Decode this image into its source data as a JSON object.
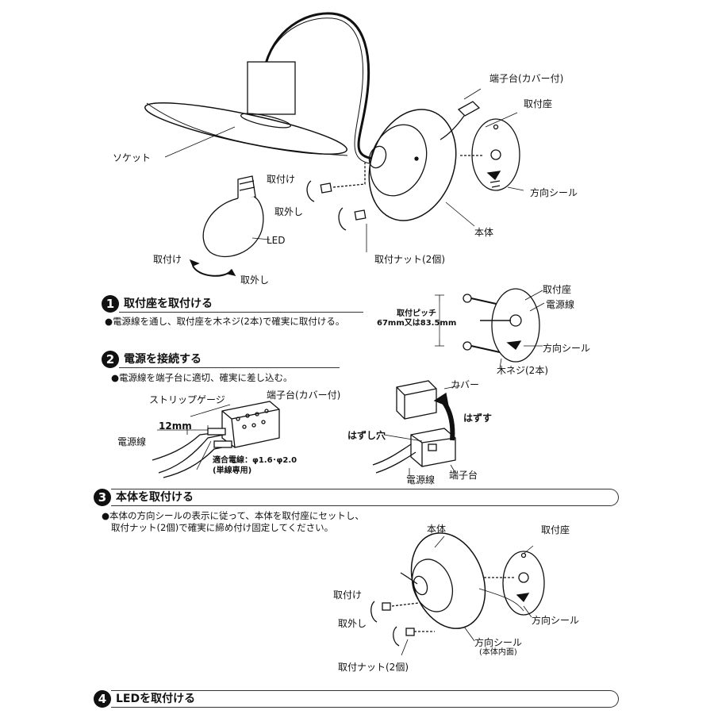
{
  "labels": {
    "terminal_block_top": "端子台(カバー付)",
    "mounting_base_top": "取付座",
    "socket": "ソケット",
    "attach_top": "取付け",
    "remove_top": "取外し",
    "direction_seal_top": "方向シール",
    "body_top": "本体",
    "led": "LED",
    "attach_bulb": "取付け",
    "remove_bulb": "取外し",
    "mounting_nut_top": "取付ナット(2個)"
  },
  "steps": [
    {
      "num": "1",
      "title": "取付座を取付ける",
      "note": "●電源線を通し、取付座を木ネジ(2本)で確実に取付ける。"
    },
    {
      "num": "2",
      "title": "電源を接続する",
      "note": "●電源線を端子台に適切、確実に差し込む。"
    },
    {
      "num": "3",
      "title": "本体を取付ける",
      "note1": "●本体の方向シールの表示に従って、本体を取付座にセットし、",
      "note2": "取付ナット(2個)で確実に締め付け固定してください。"
    },
    {
      "num": "4",
      "title": "LEDを取付ける"
    }
  ],
  "step1_fig": {
    "pitch_label1": "取付ピッチ",
    "pitch_label2": "67mm又は83.5mm",
    "mounting_base": "取付座",
    "power_wire": "電源線",
    "direction_seal": "方向シール",
    "wood_screw": "木ネジ(2本)"
  },
  "step2_fig": {
    "strip_gauge": "ストリップゲージ",
    "terminal_block": "端子台(カバー付)",
    "length": "12mm",
    "power_wire": "電源線",
    "wire_spec1": "適合電線：φ1.6･φ2.0",
    "wire_spec2": "(単線専用)",
    "cover": "カバー",
    "release": "はずす",
    "release_hole": "はずし穴",
    "power_wire2": "電源線",
    "terminal_block2": "端子台"
  },
  "step3_fig": {
    "body": "本体",
    "mounting_base": "取付座",
    "attach": "取付け",
    "remove": "取外し",
    "direction_seal": "方向シール",
    "direction_seal_body1": "方向シール",
    "direction_seal_body2": "(本体内面)",
    "mounting_nut": "取付ナット(2個)"
  }
}
